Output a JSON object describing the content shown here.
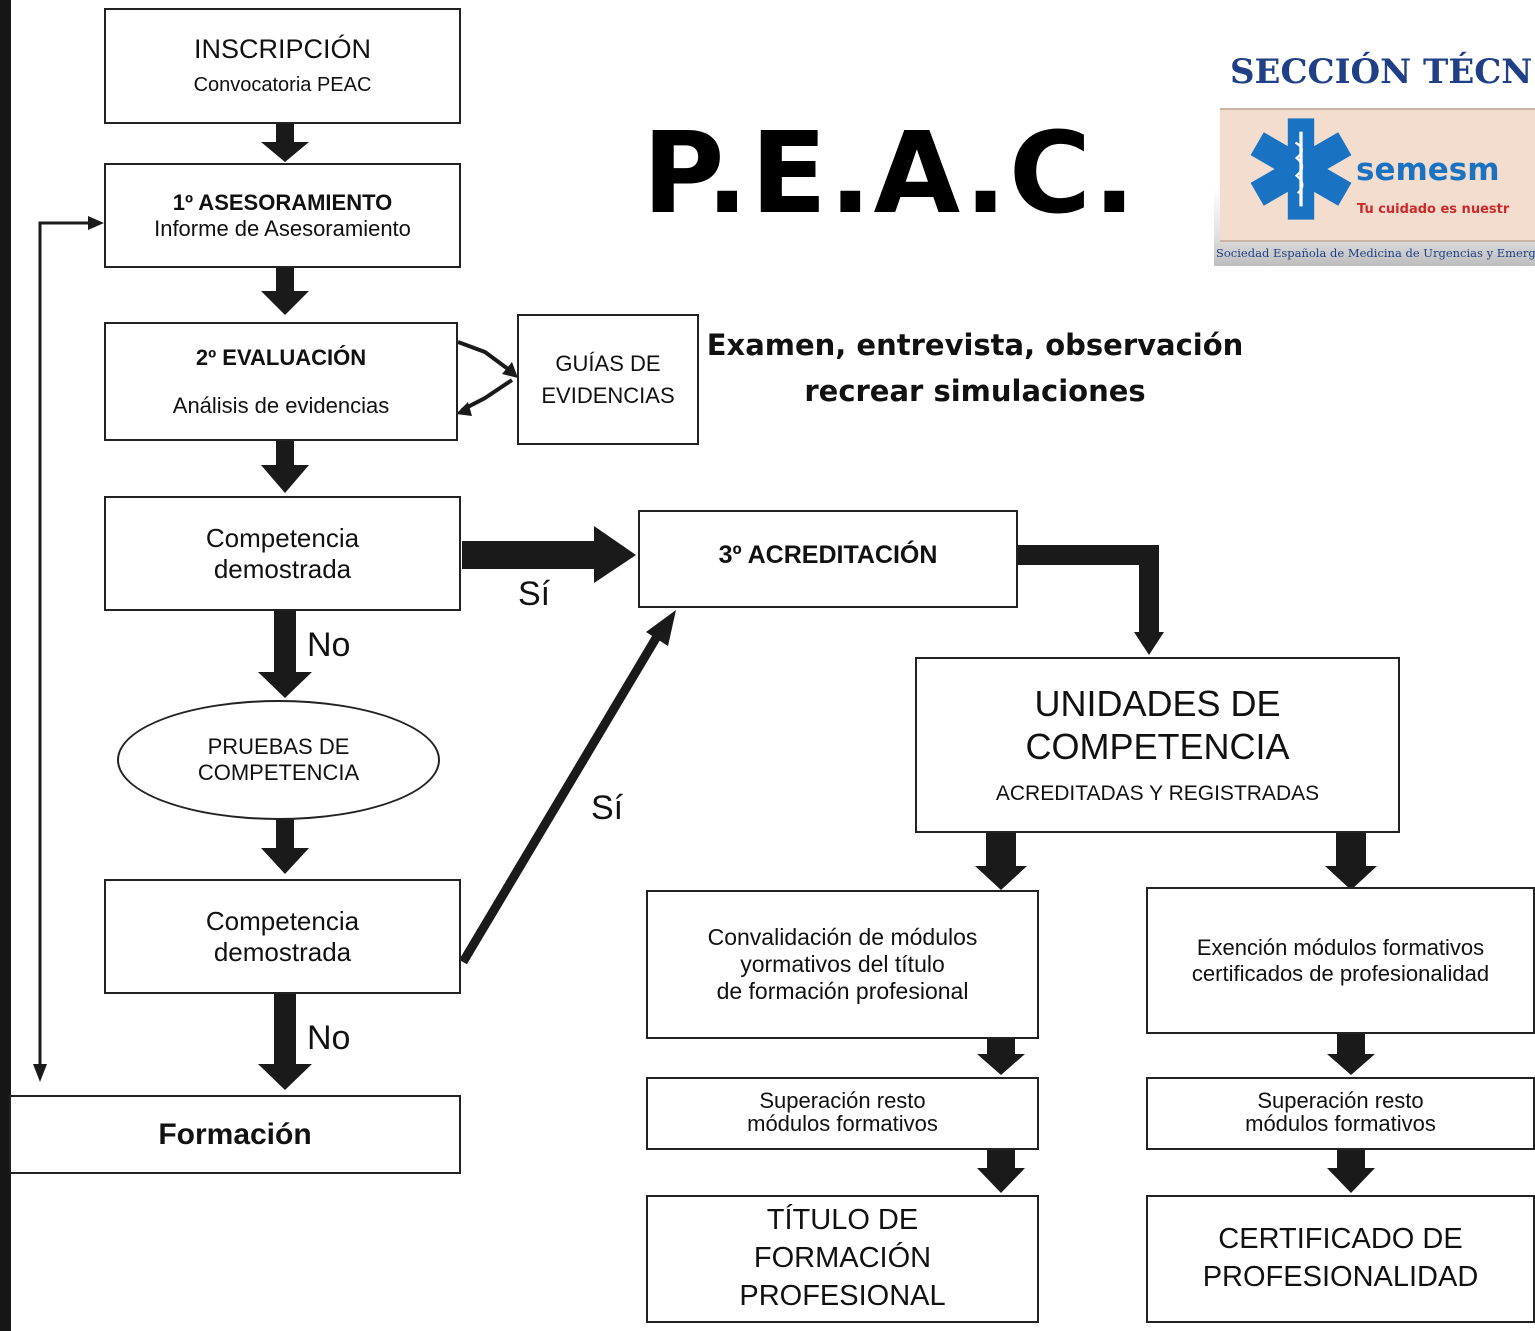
{
  "title": "P.E.A.C.",
  "note": {
    "line1": "Examen, entrevista, observación",
    "line2": "recrear simulaciones"
  },
  "logo": {
    "title": "SECCIÓN TÉCN",
    "brand": "semesm",
    "slogan": "Tu cuidado es nuestr",
    "footer": "Sociedad Española de Medicina de Urgencias y Emergencias",
    "colors": {
      "navy": "#1f3f86",
      "blue": "#1a73c2",
      "red": "#cc2a2a",
      "band": "#f2ddce"
    }
  },
  "boxes": {
    "inscripcion": {
      "title": "INSCRIPCIÓN",
      "subtitle": "Convocatoria PEAC"
    },
    "asesoramiento": {
      "title": "1º ASESORAMIENTO",
      "subtitle": "Informe de Asesoramiento"
    },
    "evaluacion": {
      "title": "2º EVALUACIÓN",
      "subtitle": "Análisis de evidencias"
    },
    "guias": {
      "line1": "GUÍAS DE",
      "line2": "EVIDENCIAS"
    },
    "competencia1": {
      "line1": "Competencia",
      "line2": "demostrada"
    },
    "pruebas": {
      "line1": "PRUEBAS DE",
      "line2": "COMPETENCIA"
    },
    "competencia2": {
      "line1": "Competencia",
      "line2": "demostrada"
    },
    "formacion": {
      "label": "Formación"
    },
    "acreditacion": {
      "label": "3º ACREDITACIÓN"
    },
    "unidades": {
      "line1": "UNIDADES DE",
      "line2": "COMPETENCIA",
      "sub": "ACREDITADAS Y REGISTRADAS"
    },
    "convalidacion": {
      "line1": "Convalidación de módulos",
      "line2": "yormativos del título",
      "line3": "de formación profesional"
    },
    "exencion": {
      "line1": "Exención módulos formativos",
      "line2": "certificados de profesionalidad"
    },
    "superacion_left": {
      "line1": "Superación resto",
      "line2": "módulos formativos"
    },
    "superacion_right": {
      "line1": "Superación resto",
      "line2": "módulos formativos"
    },
    "titulo": {
      "line1": "TÍTULO DE",
      "line2": "FORMACIÓN",
      "line3": "PROFESIONAL"
    },
    "certificado": {
      "line1": "CERTIFICADO DE",
      "line2": "PROFESIONALIDAD"
    }
  },
  "labels": {
    "si_1": "Sí",
    "no_1": "No",
    "si_2": "Sí",
    "no_2": "No"
  }
}
